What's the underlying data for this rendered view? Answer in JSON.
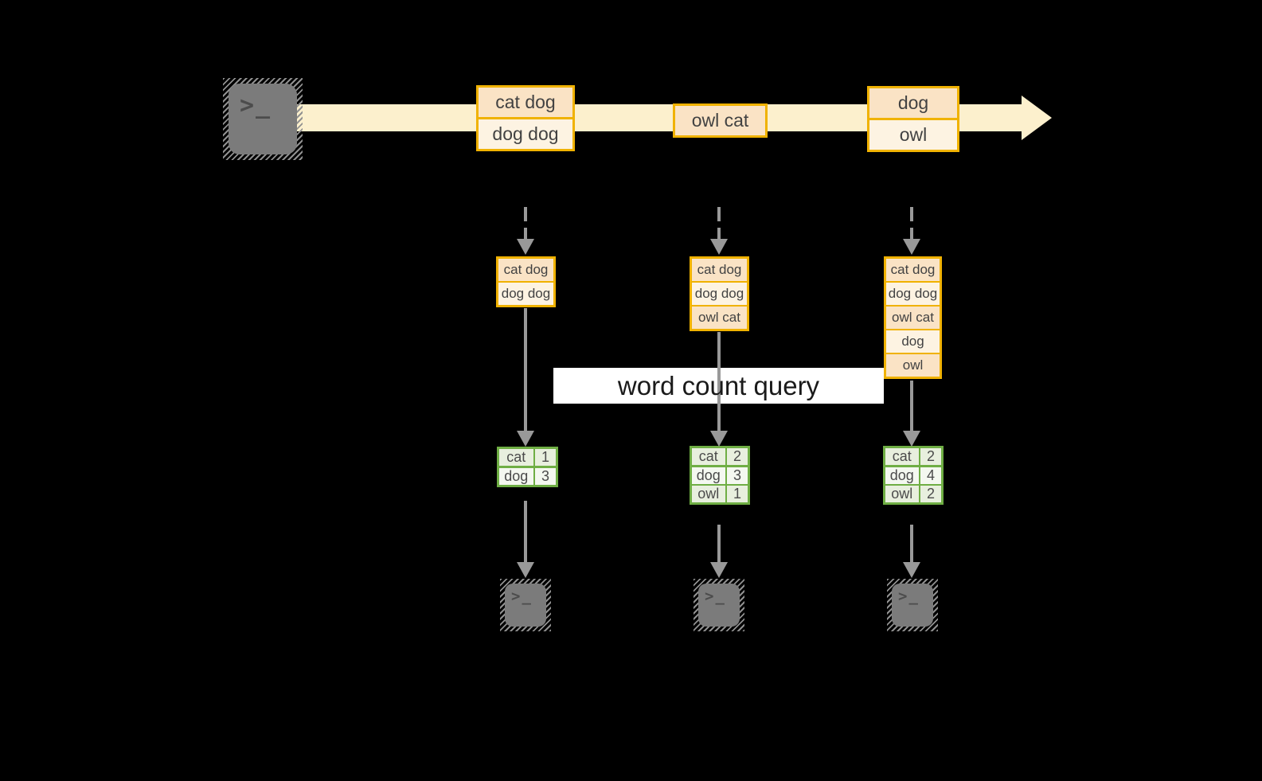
{
  "colors": {
    "background": "#000000",
    "stream_band": "#FCF0CD",
    "record_border": "#F0B200",
    "record_fill_dark": "#FAE3C5",
    "record_fill_light": "#FDF3E2",
    "arrow_gray": "#999999",
    "table_border": "#6FAE44",
    "table_row_dark": "#E8EFDE",
    "table_row_light": "#F4F8F0",
    "query_label_bg": "#FFFFFF",
    "terminal_gray": "#7B7B7B"
  },
  "terminals": {
    "glyph": ">_"
  },
  "stream": {
    "batches": [
      {
        "records": [
          "cat dog",
          "dog dog"
        ]
      },
      {
        "records": [
          "owl cat"
        ]
      },
      {
        "records": [
          "dog",
          "owl"
        ]
      }
    ]
  },
  "states": [
    {
      "records": [
        "cat dog",
        "dog dog"
      ]
    },
    {
      "records": [
        "cat dog",
        "dog dog",
        "owl cat"
      ]
    },
    {
      "records": [
        "cat dog",
        "dog dog",
        "owl cat",
        "dog",
        "owl"
      ]
    }
  ],
  "query_label": "word count query",
  "counts": [
    {
      "rows": [
        [
          "cat",
          "1"
        ],
        [
          "dog",
          "3"
        ]
      ]
    },
    {
      "rows": [
        [
          "cat",
          "2"
        ],
        [
          "dog",
          "3"
        ],
        [
          "owl",
          "1"
        ]
      ]
    },
    {
      "rows": [
        [
          "cat",
          "2"
        ],
        [
          "dog",
          "4"
        ],
        [
          "owl",
          "2"
        ]
      ]
    }
  ]
}
